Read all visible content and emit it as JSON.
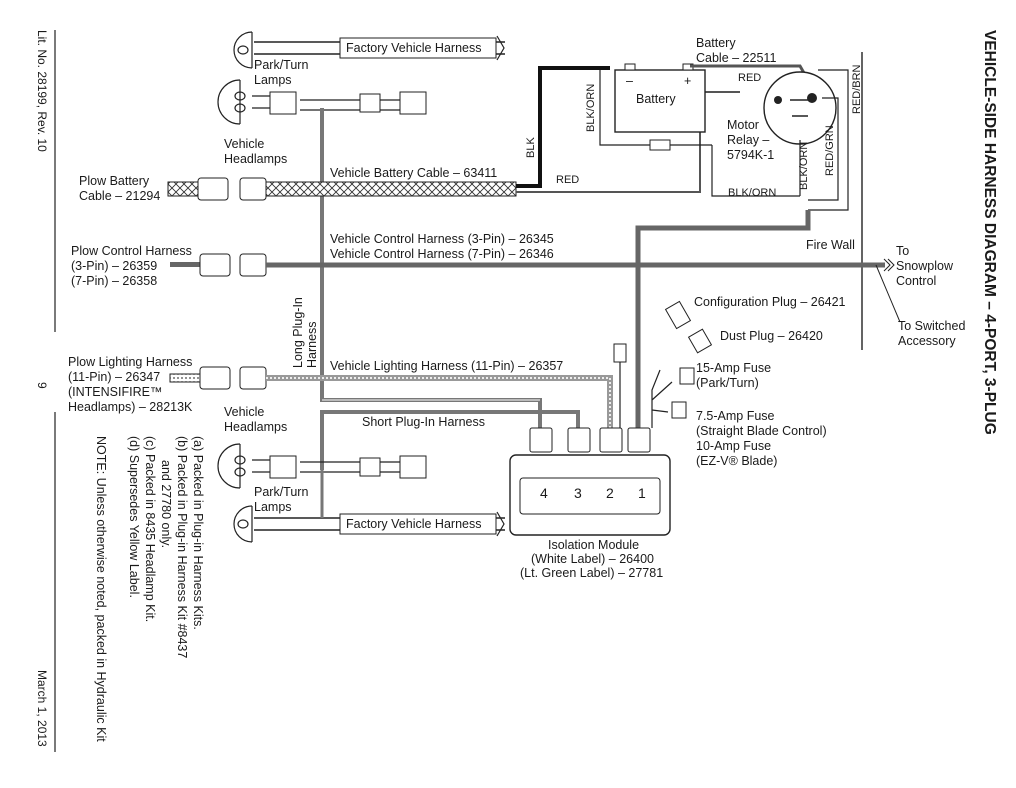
{
  "title": "VEHICLE-SIDE HARNESS DIAGRAM – 4-PORT, 3-PLUG",
  "margin": {
    "lit_no": "Lit. No. 28199, Rev. 10",
    "page_number": "9",
    "date": "March 1, 2013"
  },
  "notes": {
    "a": "(a)  Packed in Plug-in Harness Kits.",
    "b1": "(b)  Packed in Plug-in Harness Kit #8437",
    "b2": "and 27780 only.",
    "c": "(c)  Packed in 8435 Headlamp Kit.",
    "d": "(d)  Supersedes Yellow Label.",
    "note": "NOTE: Unless otherwise noted, packed in Hydraulic Kit"
  },
  "labels": {
    "factory_harness_top": "Factory Vehicle Harness",
    "park_turn_top_1": "Park/Turn",
    "park_turn_top_2": "Lamps",
    "headlamps_top_1": "Vehicle",
    "headlamps_top_2": "Headlamps",
    "battery_cable_1": "Battery",
    "battery_cable_2": "Cable – 22511",
    "battery": "Battery",
    "minus": "–",
    "plus": "+",
    "red_top": "RED",
    "red_brn": "RED/BRN",
    "blk_orn_1": "BLK/ORN",
    "blk": "BLK",
    "motor_relay_1": "Motor",
    "motor_relay_2": "Relay –",
    "motor_relay_3": "5794K-1",
    "blk_orn_2": "BLK/ORN",
    "red_grn": "RED/GRN",
    "red_mid": "RED",
    "blk_orn_3": "BLK/ORN",
    "plow_battery_1": "Plow Battery",
    "plow_battery_2": "Cable – 21294",
    "vehicle_battery_cable": "Vehicle Battery Cable – 63411",
    "fire_wall": "Fire Wall",
    "plow_control_1": "Plow Control Harness",
    "plow_control_2": "(3-Pin) – 26359",
    "plow_control_3": "(7-Pin) – 26358",
    "vehicle_control_1": "Vehicle Control Harness (3-Pin) – 26345",
    "vehicle_control_2": "Vehicle Control Harness (7-Pin) – 26346",
    "to_snowplow_1": "To",
    "to_snowplow_2": "Snowplow",
    "to_snowplow_3": "Control",
    "to_switched_1": "To Switched",
    "to_switched_2": "Accessory",
    "configuration_plug": "Configuration Plug – 26421",
    "dust_plug": "Dust Plug – 26420",
    "long_plugin_1": "Long Plug-In",
    "long_plugin_2": "Harness",
    "plow_lighting_1": "Plow Lighting Harness",
    "plow_lighting_2": "(11-Pin) – 26347",
    "plow_lighting_3": "(INTENSIFIRE™",
    "plow_lighting_4": "Headlamps) – 28213K",
    "vehicle_lighting": "Vehicle Lighting Harness (11-Pin) – 26357",
    "fuse_15_1": "15-Amp Fuse",
    "fuse_15_2": "(Park/Turn)",
    "fuse_75_1": "7.5-Amp Fuse",
    "fuse_75_2": "(Straight Blade Control)",
    "fuse_10_1": "10-Amp Fuse",
    "fuse_10_2": "(EZ-V® Blade)",
    "headlamps_bot_1": "Vehicle",
    "headlamps_bot_2": "Headlamps",
    "short_plugin": "Short Plug-In Harness",
    "park_turn_bot_1": "Park/Turn",
    "park_turn_bot_2": "Lamps",
    "factory_harness_bot": "Factory Vehicle Harness",
    "port_4": "4",
    "port_3": "3",
    "port_2": "2",
    "port_1": "1",
    "isolation_1": "Isolation Module",
    "isolation_2": "(White Label) – 26400",
    "isolation_3": "(Lt. Green Label) – 27781"
  }
}
